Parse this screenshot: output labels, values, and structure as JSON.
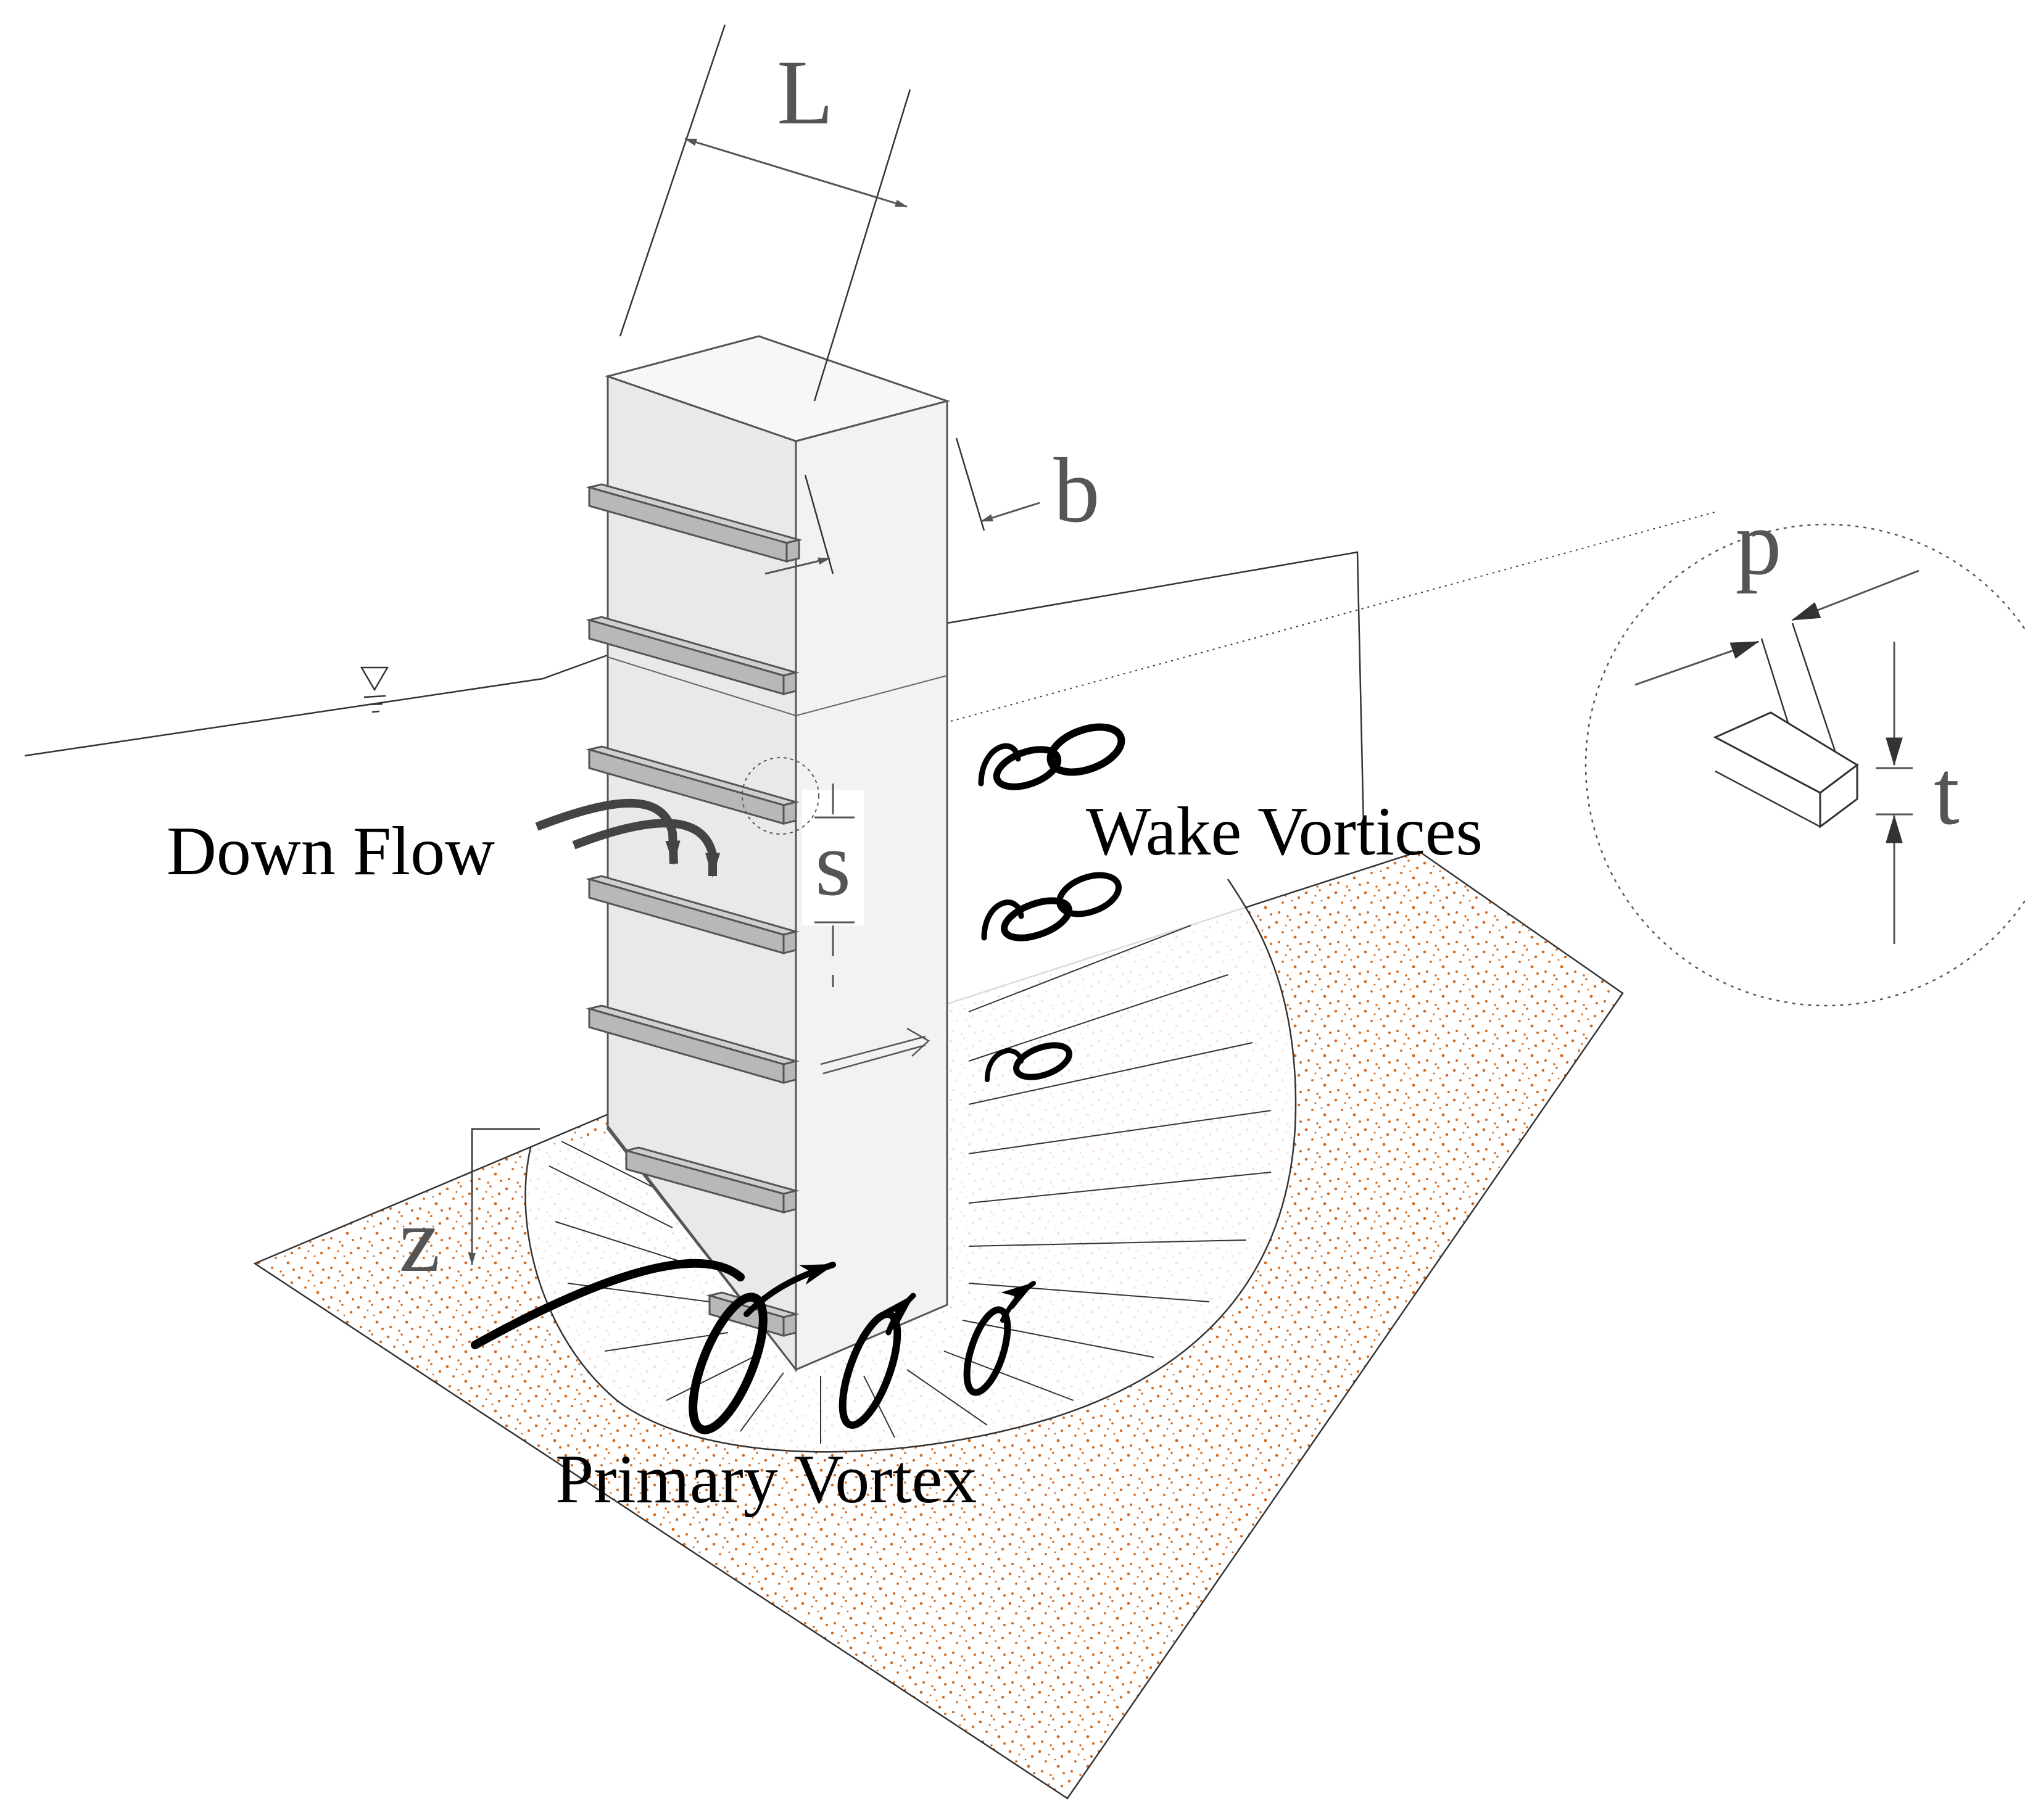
{
  "labels": {
    "L": "L",
    "b": "b",
    "p": "p",
    "t": "t",
    "s": "s",
    "z": "z",
    "down_flow": "Down Flow",
    "wake_vortices": "Wake Vortices",
    "primary_vortex": "Primary Vortex"
  },
  "colors": {
    "sediment_dots": "#d2691e",
    "pier_front": "#f2f2f2",
    "pier_side": "#eeeeee",
    "pier_top": "#f5f5f5",
    "collar": "#b8b8b8",
    "line": "#333333",
    "dim_text": "#555555"
  },
  "collar_count": 7,
  "icons": [
    "water-surface-icon",
    "flow-arrow-icon",
    "vortex-icon"
  ]
}
